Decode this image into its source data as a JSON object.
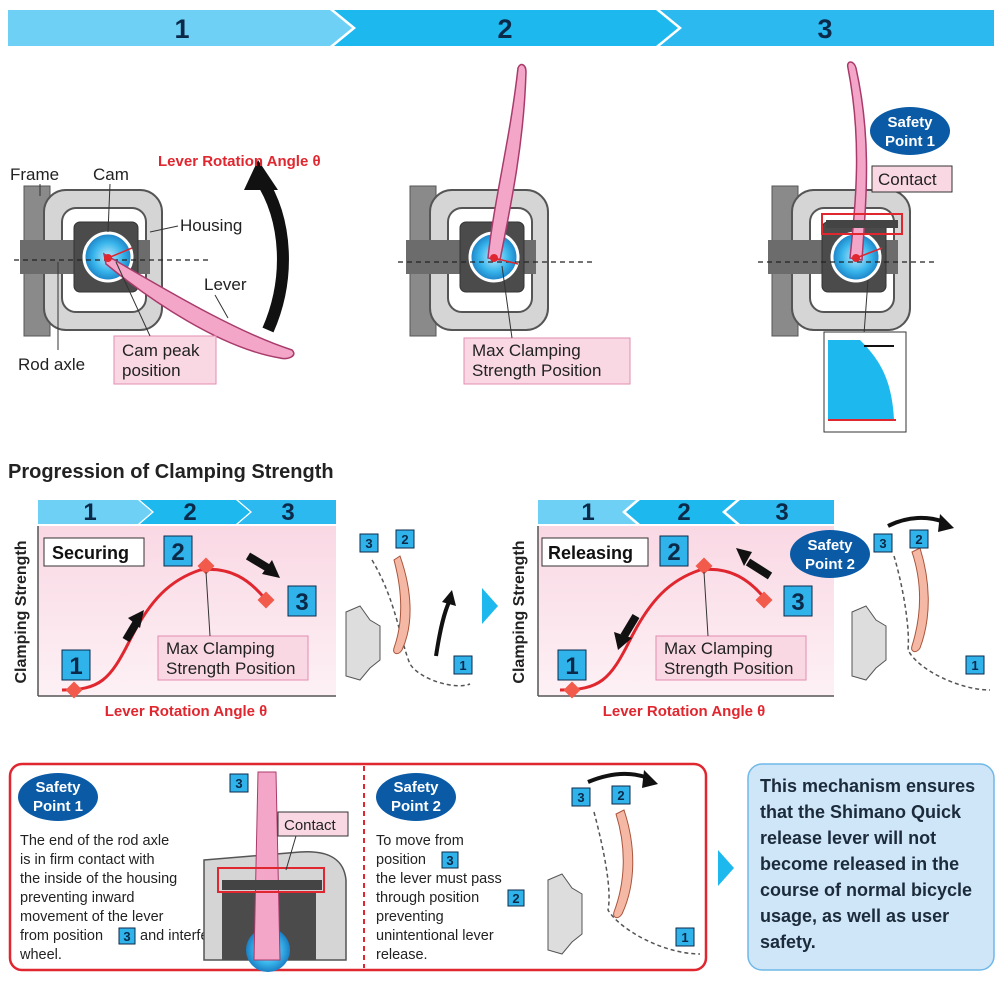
{
  "header_steps": [
    "1",
    "2",
    "3"
  ],
  "top_panel": {
    "labels": {
      "frame": "Frame",
      "cam": "Cam",
      "housing": "Housing",
      "lever": "Lever",
      "rod_axle": "Rod axle",
      "cam_peak_line1": "Cam peak",
      "cam_peak_line2": "position",
      "lever_rotation": "Lever Rotation Angle θ"
    },
    "step2": {
      "max_line1": "Max Clamping",
      "max_line2": "Strength Position"
    },
    "step3": {
      "safety_line1": "Safety",
      "safety_line2": "Point 1",
      "contact": "Contact"
    }
  },
  "section_title": "Progression of Clamping Strength",
  "graph_left": {
    "steps": [
      "1",
      "2",
      "3"
    ],
    "title": "Securing",
    "ylabel": "Clamping Strength",
    "xlabel": "Lever Rotation Angle θ",
    "max_line1": "Max Clamping",
    "max_line2": "Strength Position",
    "point_labels": [
      "1",
      "2",
      "3"
    ],
    "side_badges": [
      "3",
      "2",
      "1"
    ]
  },
  "graph_right": {
    "steps": [
      "1",
      "2",
      "3"
    ],
    "title": "Releasing",
    "ylabel": "Clamping Strength",
    "xlabel": "Lever Rotation Angle θ",
    "max_line1": "Max Clamping",
    "max_line2": "Strength Position",
    "point_labels": [
      "1",
      "2",
      "3"
    ],
    "safety_line1": "Safety",
    "safety_line2": "Point 2",
    "side_badges": [
      "3",
      "2",
      "1"
    ]
  },
  "bottom_left": {
    "safety_line1": "Safety",
    "safety_line2": "Point 1",
    "text_lines": [
      "The end of the rod axle",
      "is in firm contact with",
      "the inside of the housing",
      "preventing inward",
      "movement of the lever",
      "from position",
      "and interference with the",
      "wheel."
    ],
    "inline_badge": "3",
    "image_badge": "3",
    "contact": "Contact"
  },
  "bottom_middle": {
    "safety_line1": "Safety",
    "safety_line2": "Point 2",
    "text_lines": [
      "To move from",
      "position",
      "the lever must pass",
      "through position",
      "preventing",
      "unintentional lever",
      "release."
    ],
    "badge_a": "3",
    "badge_b": "2",
    "side_badges": [
      "3",
      "2",
      "1"
    ]
  },
  "info_box": {
    "lines": [
      "This mechanism ensures",
      "that the Shimano Quick",
      "release lever will not",
      "become released in the",
      "course of normal bicycle",
      "usage, as well as user",
      "safety."
    ]
  },
  "colors": {
    "step_light": "#6fd0f5",
    "step_mid": "#1db8ee",
    "accent_red": "#e0262e",
    "safety_blue": "#0a5aa6",
    "badge_blue": "#2fb3ea",
    "pink": "#f4a6c8",
    "info_bg": "#cfe6f8"
  }
}
